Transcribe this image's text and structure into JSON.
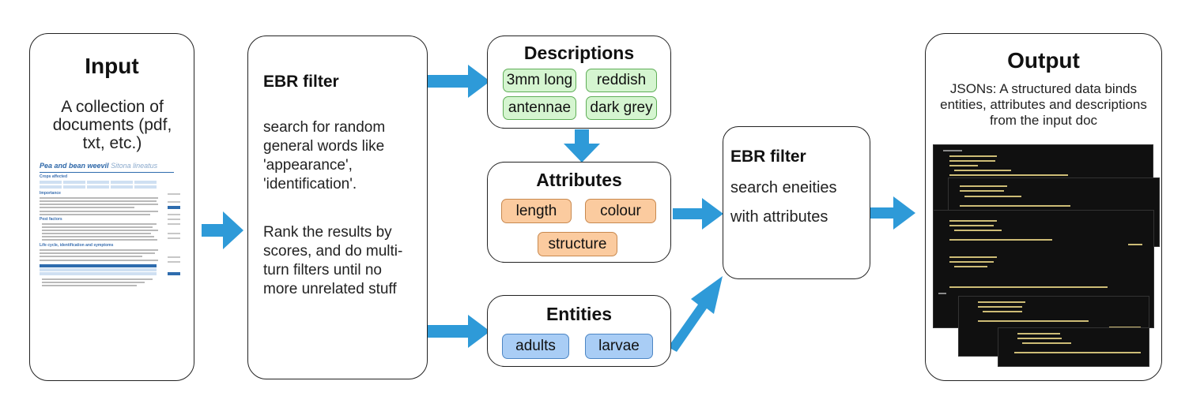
{
  "input": {
    "title": "Input",
    "description": "A collection of documents (pdf, txt, etc.)",
    "doc_title": "Pea and bean weevil",
    "doc_title_suffix": "Sitona lineatus",
    "doc_headings": [
      "Crops affected",
      "Importance",
      "Pest factors",
      "Life cycle, identification and symptoms"
    ]
  },
  "ebr1": {
    "title": "EBR filter",
    "text1": "search for random general words like 'appearance', 'identification'.",
    "text2": "Rank the results by scores, and do multi-turn filters until no more unrelated stuff",
    "icon": "filter-icon"
  },
  "descriptions": {
    "title": "Descriptions",
    "items": [
      "3mm long",
      "reddish",
      "antennae",
      "dark grey"
    ],
    "color": "#d5f5d0"
  },
  "attributes": {
    "title": "Attributes",
    "items": [
      "length",
      "colour",
      "structure"
    ],
    "color": "#fbcb9f"
  },
  "entities": {
    "title": "Entities",
    "items": [
      "adults",
      "larvae"
    ],
    "color": "#a9cdf5"
  },
  "ebr2": {
    "title": "EBR filter",
    "text": "search eneities with attributes",
    "icon": "filter-icon"
  },
  "output": {
    "title": "Output",
    "description": "JSONs: A structured data binds entities, attributes and descriptions from the input doc"
  },
  "colors": {
    "arrow": "#2e9ad8",
    "border": "#222222"
  }
}
